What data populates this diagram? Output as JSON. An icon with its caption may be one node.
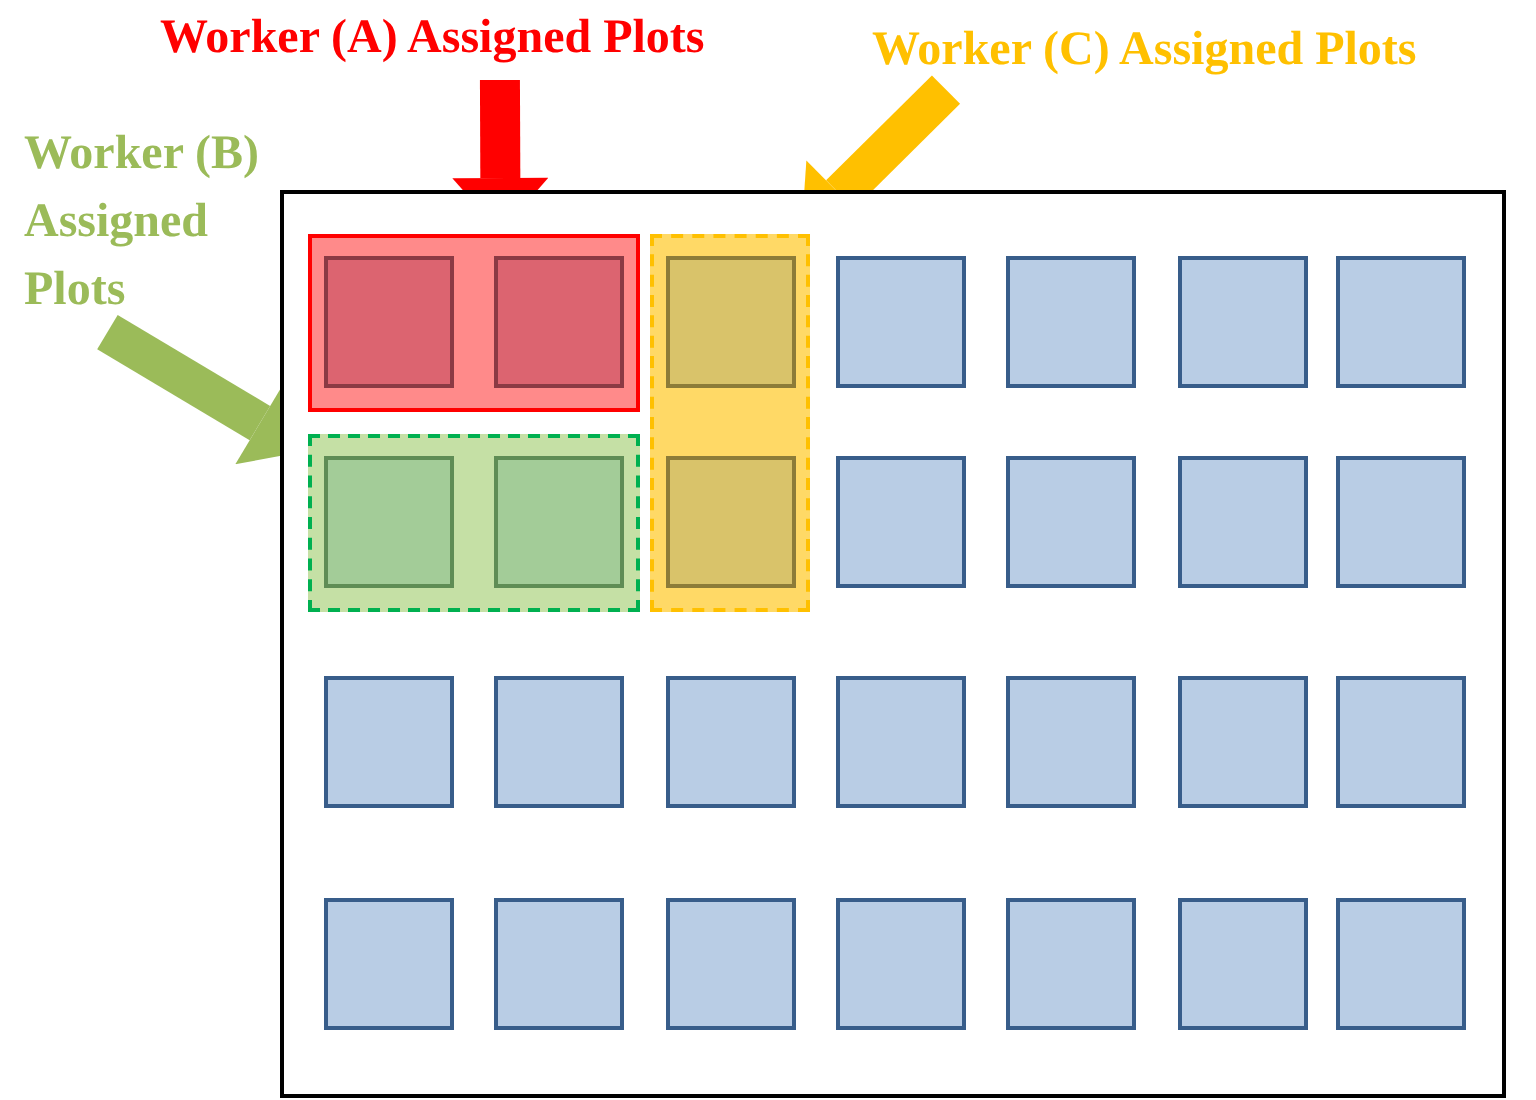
{
  "diagram": {
    "nodes": [
      {
        "text": [
          "Worker (A) Assigned Plots"
        ]
      },
      {
        "text": [
          "Worker (C) Assigned Plots"
        ]
      },
      {
        "text": [
          "Worker (B) Assigned Plots"
        ]
      },
      {
        "text": [],
        "shape": "box"
      },
      {
        "text": [],
        "shape": "box",
        "in": 3
      },
      {
        "text": [],
        "shape": "box",
        "in": 4
      },
      {
        "text": [],
        "shape": "box",
        "in": 4
      },
      {
        "text": [],
        "shape": "box",
        "in": 3
      },
      {
        "text": [],
        "shape": "box",
        "in": 7
      },
      {
        "text": [],
        "shape": "box",
        "in": 7
      },
      {
        "text": [],
        "shape": "box",
        "in": 3
      },
      {
        "text": [],
        "shape": "box",
        "in": 3
      },
      {
        "text": [],
        "shape": "box",
        "in": 3
      },
      {
        "text": [],
        "shape": "box",
        "in": 3
      },
      {
        "text": [],
        "shape": "box",
        "in": 3
      },
      {
        "text": [],
        "shape": "box",
        "in": 14
      },
      {
        "text": [],
        "shape": "box",
        "in": 14
      },
      {
        "text": [],
        "shape": "box",
        "in": 3
      },
      {
        "text": [],
        "shape": "box",
        "in": 3
      },
      {
        "text": [],
        "shape": "box",
        "in": 3
      },
      {
        "text": [],
        "shape": "box",
        "in": 3
      },
      {
        "text": [],
        "shape": "box",
        "in": 3
      },
      {
        "text": [],
        "shape": "box",
        "in": 3
      },
      {
        "text": [],
        "shape": "box",
        "in": 3
      },
      {
        "text": [],
        "shape": "box",
        "in": 3
      },
      {
        "text": [],
        "shape": "box",
        "in": 3
      },
      {
        "text": [],
        "shape": "box",
        "in": 3
      },
      {
        "text": [],
        "shape": "box",
        "in": 3
      },
      {
        "text": [],
        "shape": "box",
        "in": 3
      },
      {
        "text": [],
        "shape": "box",
        "in": 3
      },
      {
        "text": [],
        "shape": "box",
        "in": 3
      },
      {
        "text": [],
        "shape": "box",
        "in": 3
      },
      {
        "text": [],
        "shape": "box",
        "in": 3
      },
      {
        "text": [],
        "shape": "box",
        "in": 3
      },
      {
        "text": [],
        "shape": "box",
        "in": 3
      }
    ],
    "edges": [
      {
        "from": 0,
        "to": 4,
        "arrow": "to",
        "color": "#ff0000"
      },
      {
        "from": 1,
        "to": 7,
        "arrow": "to",
        "color": "#ffc000"
      },
      {
        "from": 2,
        "to": 14,
        "arrow": "to",
        "color": "#9bbb59"
      }
    ]
  }
}
